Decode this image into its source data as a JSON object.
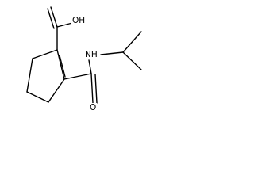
{
  "molecule": {
    "atoms": {
      "hydroxyl": "OH",
      "amide_nitrogen": "NH",
      "amide_oxygen": "O"
    },
    "colors": {
      "bond": "#000000",
      "label": "#000000",
      "background": "#ffffff"
    }
  }
}
